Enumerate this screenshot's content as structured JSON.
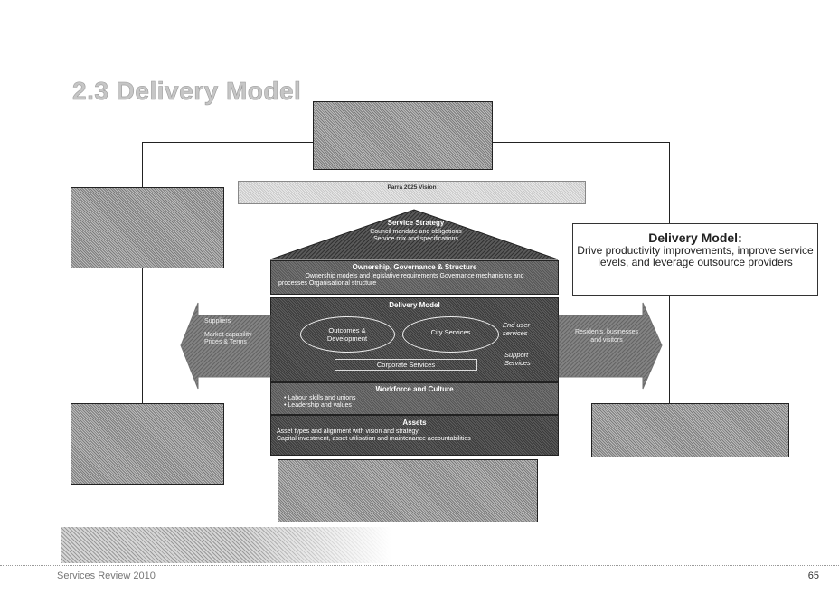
{
  "title": "2.3 Delivery Model",
  "vision_bar": "Parra 2025 Vision",
  "service_strategy": {
    "heading": "Service Strategy",
    "lines": [
      "Council mandate and obligations",
      "Service mix and specifications"
    ]
  },
  "ownership": {
    "heading": "Ownership, Governance & Structure",
    "line1": "Ownership models and legislative requirements Governance mechanisms and",
    "line2": "processes Organisational structure"
  },
  "delivery_model": {
    "heading": "Delivery Model",
    "outcomes": "Outcomes & Development",
    "city_services": "City Services",
    "corporate": "Corporate Services",
    "end_user": "End user services",
    "support": "Support Services"
  },
  "workforce": {
    "heading": "Workforce and Culture",
    "bullets": [
      "Labour skills and unions",
      "Leadership and values"
    ]
  },
  "assets": {
    "heading": "Assets",
    "line1": "Asset types and alignment with vision and strategy",
    "line2": "Capital investment, asset utilisation and maintenance accountabilities"
  },
  "left_arrow": {
    "heading": "Suppliers",
    "text": "Market capability Prices & Terms"
  },
  "right_arrow": {
    "text": "Residents, businesses and visitors"
  },
  "callout": {
    "heading": "Delivery Model:",
    "body": "Drive productivity improvements, improve service levels, and leverage outsource providers"
  },
  "footer": "Services Review 2010",
  "page_number": "65"
}
